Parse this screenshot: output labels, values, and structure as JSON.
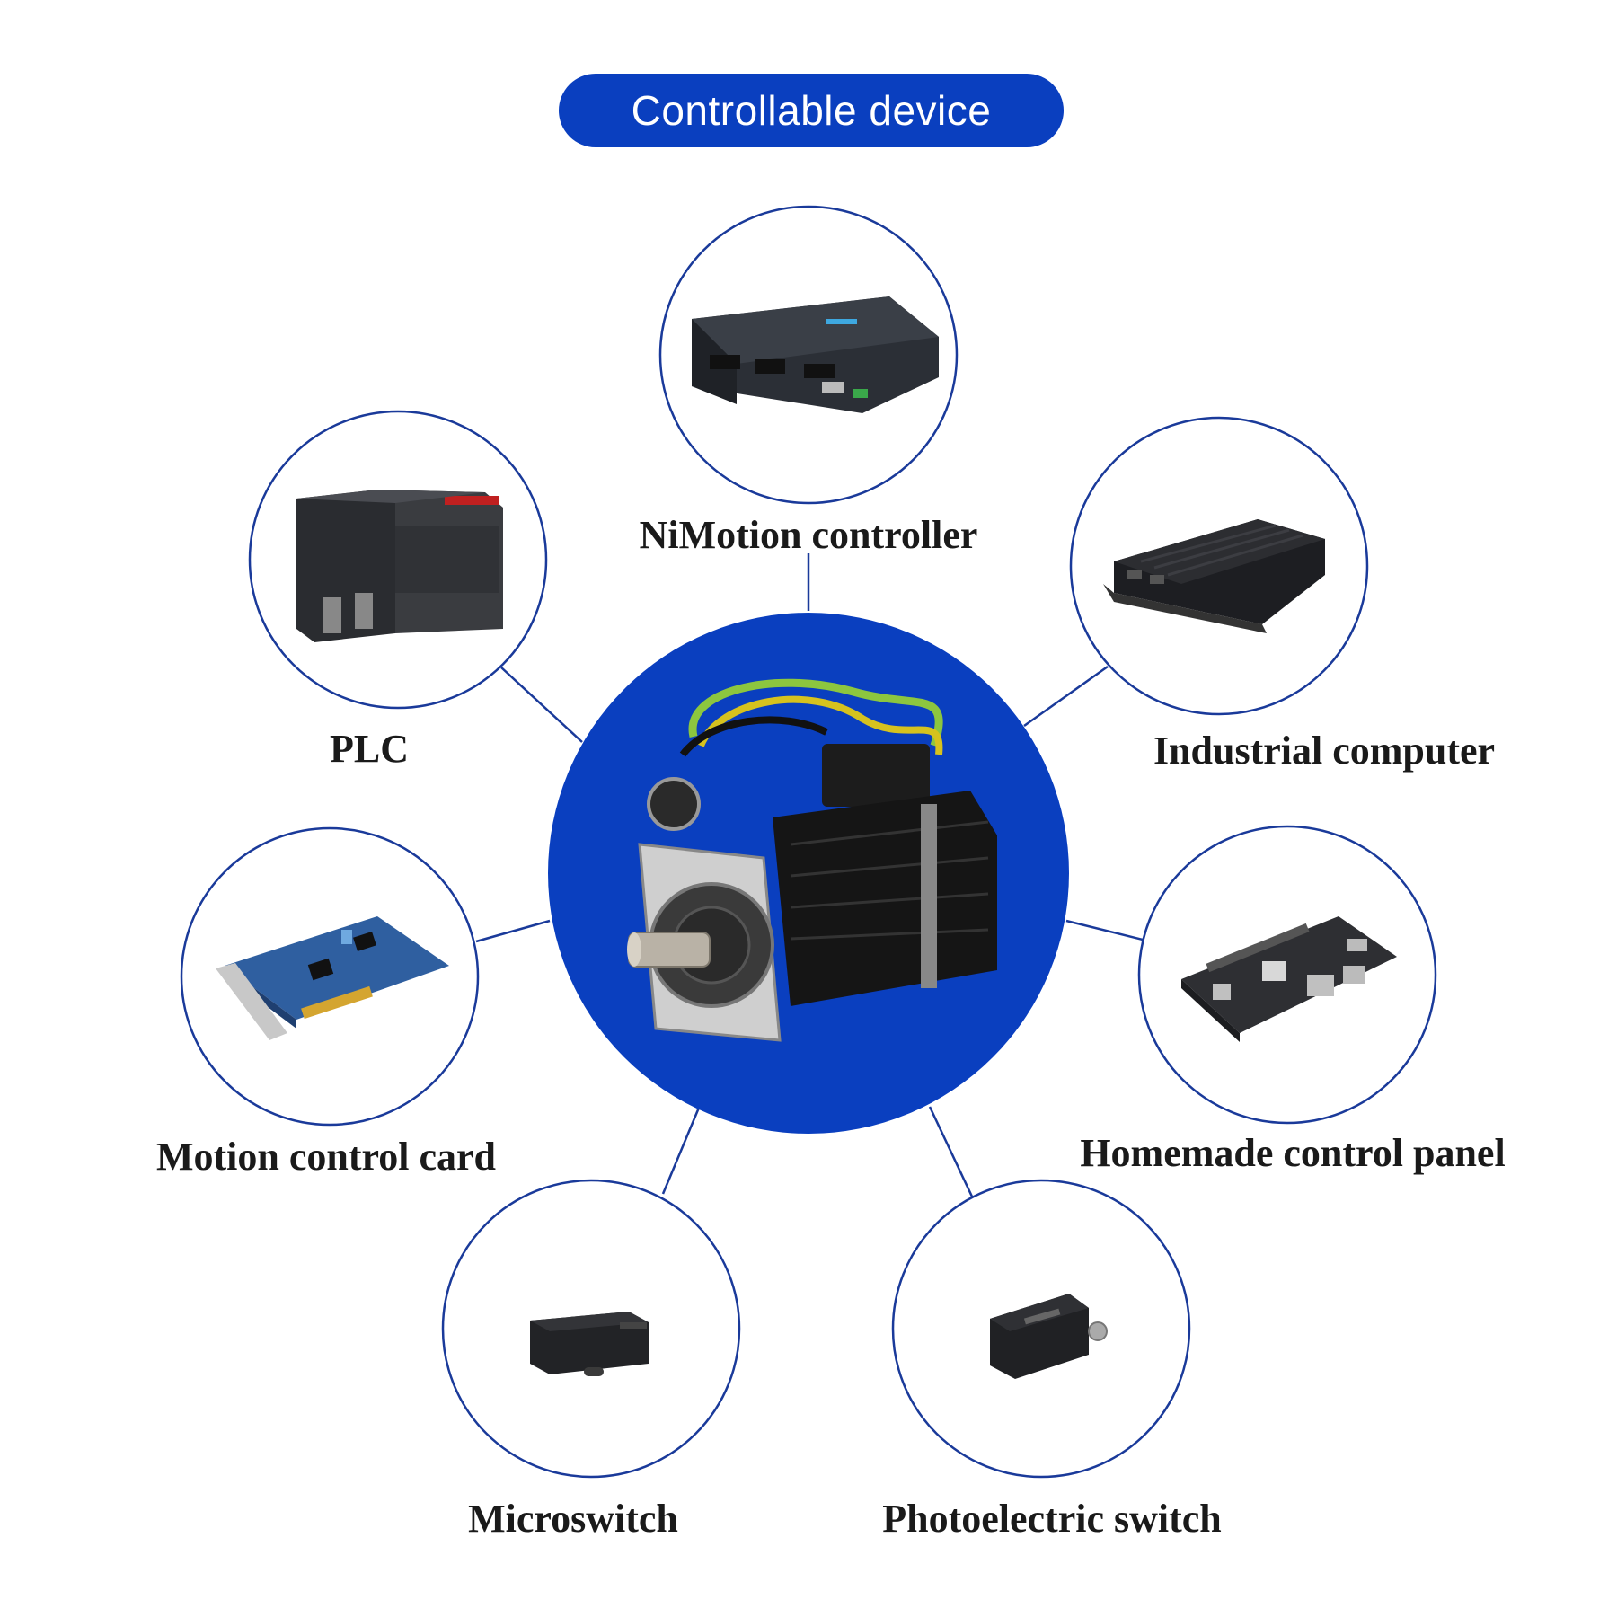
{
  "header": {
    "title": "Controllable device"
  },
  "colors": {
    "accent": "#0a3fbf",
    "ring": "#1a3a9a",
    "text": "#1a1a1a"
  },
  "center": {
    "label": "",
    "icon": "servo-motor-icon"
  },
  "devices": [
    {
      "id": "nimotion-controller",
      "label": "NiMotion controller",
      "icon": "controller-box-icon"
    },
    {
      "id": "plc",
      "label": "PLC",
      "icon": "plc-module-icon"
    },
    {
      "id": "industrial-computer",
      "label": "Industrial computer",
      "icon": "fanless-pc-icon"
    },
    {
      "id": "motion-control-card",
      "label": "Motion control card",
      "icon": "pci-card-icon"
    },
    {
      "id": "homemade-control-panel",
      "label": "Homemade control panel",
      "icon": "single-board-computer-icon"
    },
    {
      "id": "microswitch",
      "label": "Microswitch",
      "icon": "microswitch-icon"
    },
    {
      "id": "photoelectric-switch",
      "label": "Photoelectric switch",
      "icon": "photoelectric-sensor-icon"
    }
  ]
}
